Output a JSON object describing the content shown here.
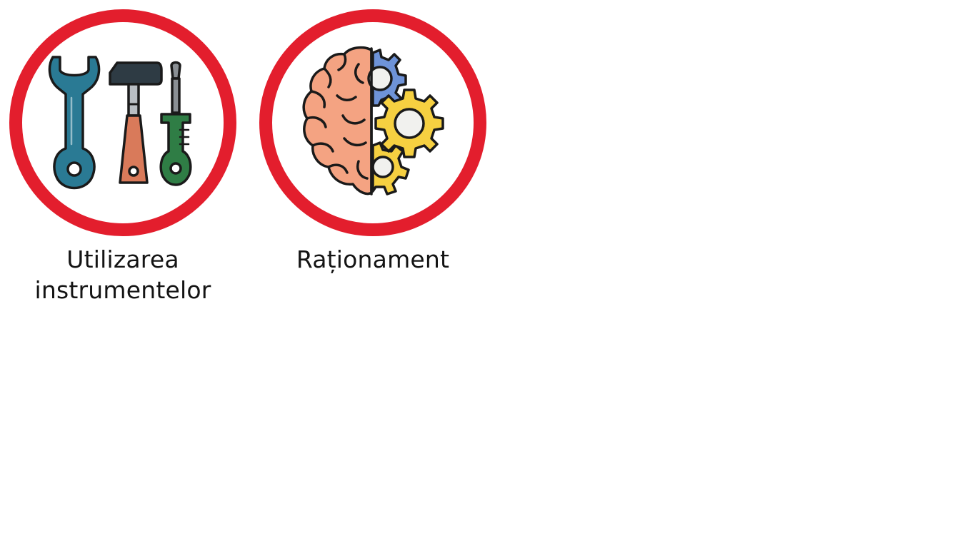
{
  "colors": {
    "ring": "#e31e2d",
    "ring_fill": "#ffffff",
    "outline": "#1a1a1a",
    "wrench": "#2a7a94",
    "hammer_head": "#2e3b44",
    "hammer_handle": "#d97a5a",
    "screwdriver_handle": "#2f7d45",
    "screwdriver_shaft": "#8a8f94",
    "brain": "#f4a382",
    "gear_blue": "#6e93d8",
    "gear_yellow": "#f6d041",
    "gear_inner": "#f1f1ee",
    "caption_text": "#141414"
  },
  "features": [
    {
      "id": "tools",
      "icon": "tools-icon",
      "label": "Utilizarea\ninstrumentelor"
    },
    {
      "id": "reasoning",
      "icon": "brain-gears-icon",
      "label": "Raționament"
    }
  ]
}
